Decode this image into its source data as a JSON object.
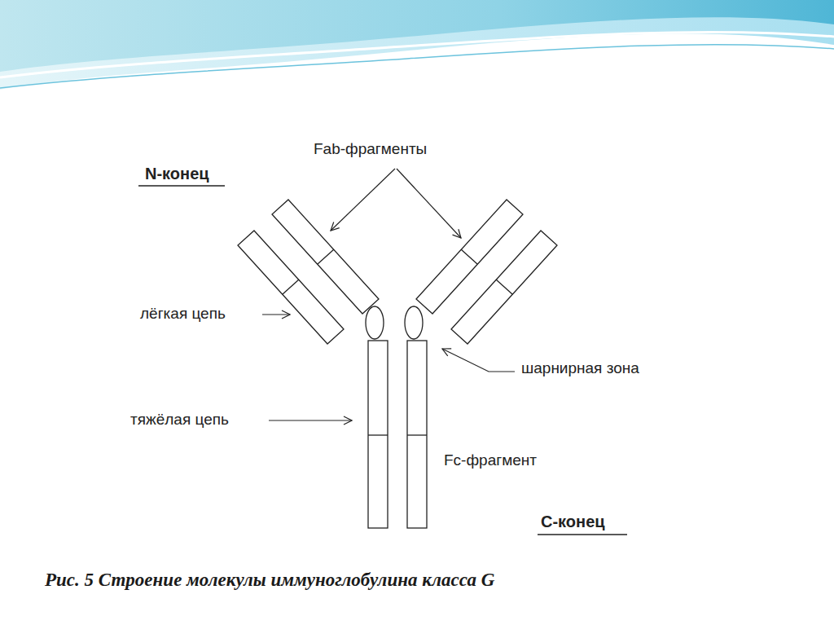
{
  "diagram": {
    "caption": "Рис. 5 Строение молекулы иммуноглобулина класса G",
    "labels": [
      "Fab-фрагменты",
      "N-конец",
      "лёгкая цепь",
      "шарнирная зона",
      "тяжёлая цепь",
      "Fc-фрагмент",
      "С-конец"
    ]
  }
}
